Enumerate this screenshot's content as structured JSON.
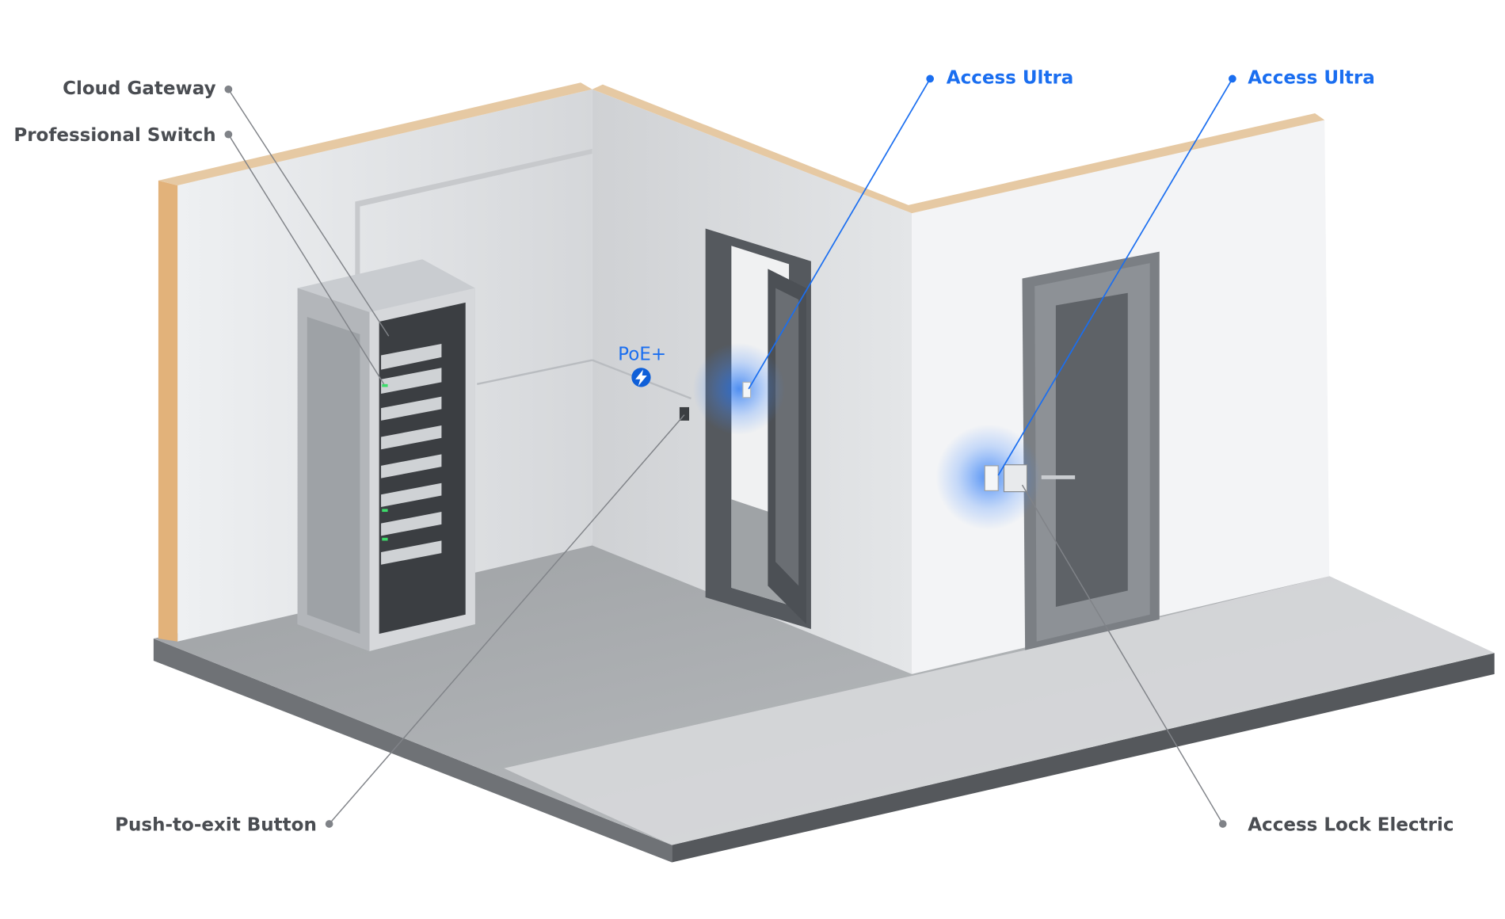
{
  "labels": {
    "cloud_gateway": "Cloud Gateway",
    "professional_switch": "Professional Switch",
    "access_ultra_1": "Access Ultra",
    "access_ultra_2": "Access Ultra",
    "push_to_exit": "Push-to-exit Button",
    "access_lock": "Access Lock Electric",
    "poe": "PoE+"
  },
  "icons": {
    "poe": "lightning-bolt-icon"
  },
  "colors": {
    "accent_blue": "#1a6ef0",
    "label_gray": "#4a4d52",
    "wood": "#e2b27a"
  }
}
